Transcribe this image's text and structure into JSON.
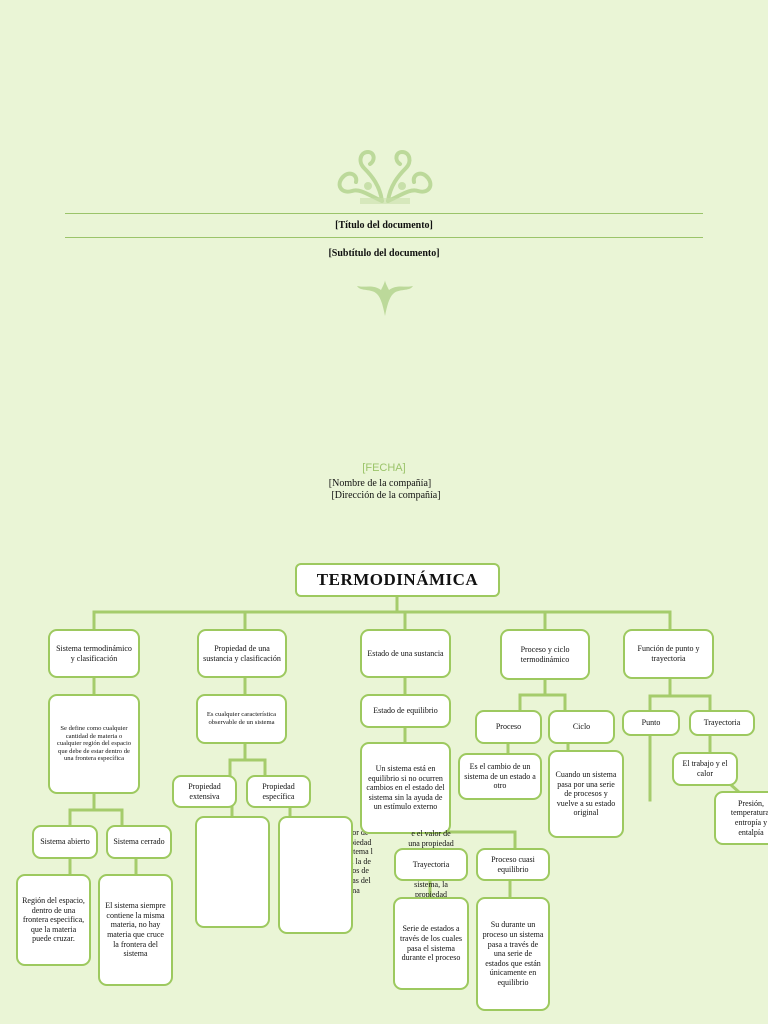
{
  "cover": {
    "title": "[Título del documento]",
    "subtitle": "[Subtítulo del documento]",
    "date": "[FECHA]",
    "company": "[Nombre de la compañía]",
    "address": "[Dirección de la compañía]",
    "accent": "#9bc46a"
  },
  "map": {
    "root": "TERMODINÁMICA",
    "level1": [
      "Sistema termodinámico y clasificación",
      "Propiedad de una sustancia y clasificación",
      "Estado de una sustancia",
      "Proceso y ciclo termodinámico",
      "Función de punto y trayectoria"
    ],
    "sistema_def": "Se define como cualquier cantidad de materia o cualquier región del espacio que debe de estar dentro de una frontera específica",
    "sistema_abierto": "Sistema abierto",
    "sistema_cerrado": "Sistema cerrado",
    "abierto_def": "Región del espacio, dentro de una frontera especifica, que la materia puede cruzar.",
    "cerrado_def": "El sistema siempre contiene la misma materia, no hay materia que cruce la frontera del sistema",
    "propiedad_def": "Es cualquier característica observable de un sistema",
    "prop_extensiva": "Propiedad extensiva",
    "prop_especifica": "Propiedad específica",
    "especifica_overflow": "lor de piedad stema l a la de los de las del ma",
    "estado_equilibrio": "Estado de equilibrio",
    "equilibrio_def": "Un sistema está en equilibrio si no ocurren cambios en el estado del sistema sin la ayuda de un estímulo externo",
    "equilibrio_overflow_top": "e el valor de una propiedad",
    "equilibrio_overflow_bottom": "sistema, la propiedad",
    "trayectoria_mid": "Trayectoria",
    "trayectoria_def": "Serie de estados a través de los cuales pasa el sistema durante el proceso",
    "proceso_cuasi": "Proceso cuasi equilibrio",
    "cuasi_def": "Su durante un proceso un sistema pasa a través de una serie de estados que están únicamente en equilibrio",
    "proceso": "Proceso",
    "ciclo": "Ciclo",
    "proceso_def": "Es el cambio de un sistema de un estado a otro",
    "ciclo_def": "Cuando un sistema pasa por una serie de procesos y vuelve a su estado original",
    "punto": "Punto",
    "trayectoria_right": "Trayectoria",
    "trabajo_calor": "El trabajo y el calor",
    "presion": "Presión, temperatura, entropía y entalpía"
  }
}
